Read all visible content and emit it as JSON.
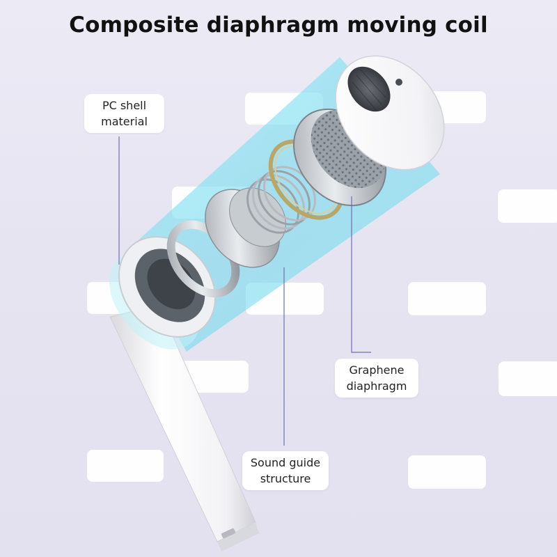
{
  "title": "Composite diaphragm moving coil",
  "callouts": {
    "pc_shell": {
      "line1": "PC shell",
      "line2": "material"
    },
    "graphene": {
      "line1": "Graphene",
      "line2": "diaphragm"
    },
    "sound_guide": {
      "line1": "Sound guide",
      "line2": "structure"
    }
  },
  "colors": {
    "background": "#e6e4f1",
    "leader_line": "#6e6fb0",
    "glow": "#7fe3f0"
  }
}
